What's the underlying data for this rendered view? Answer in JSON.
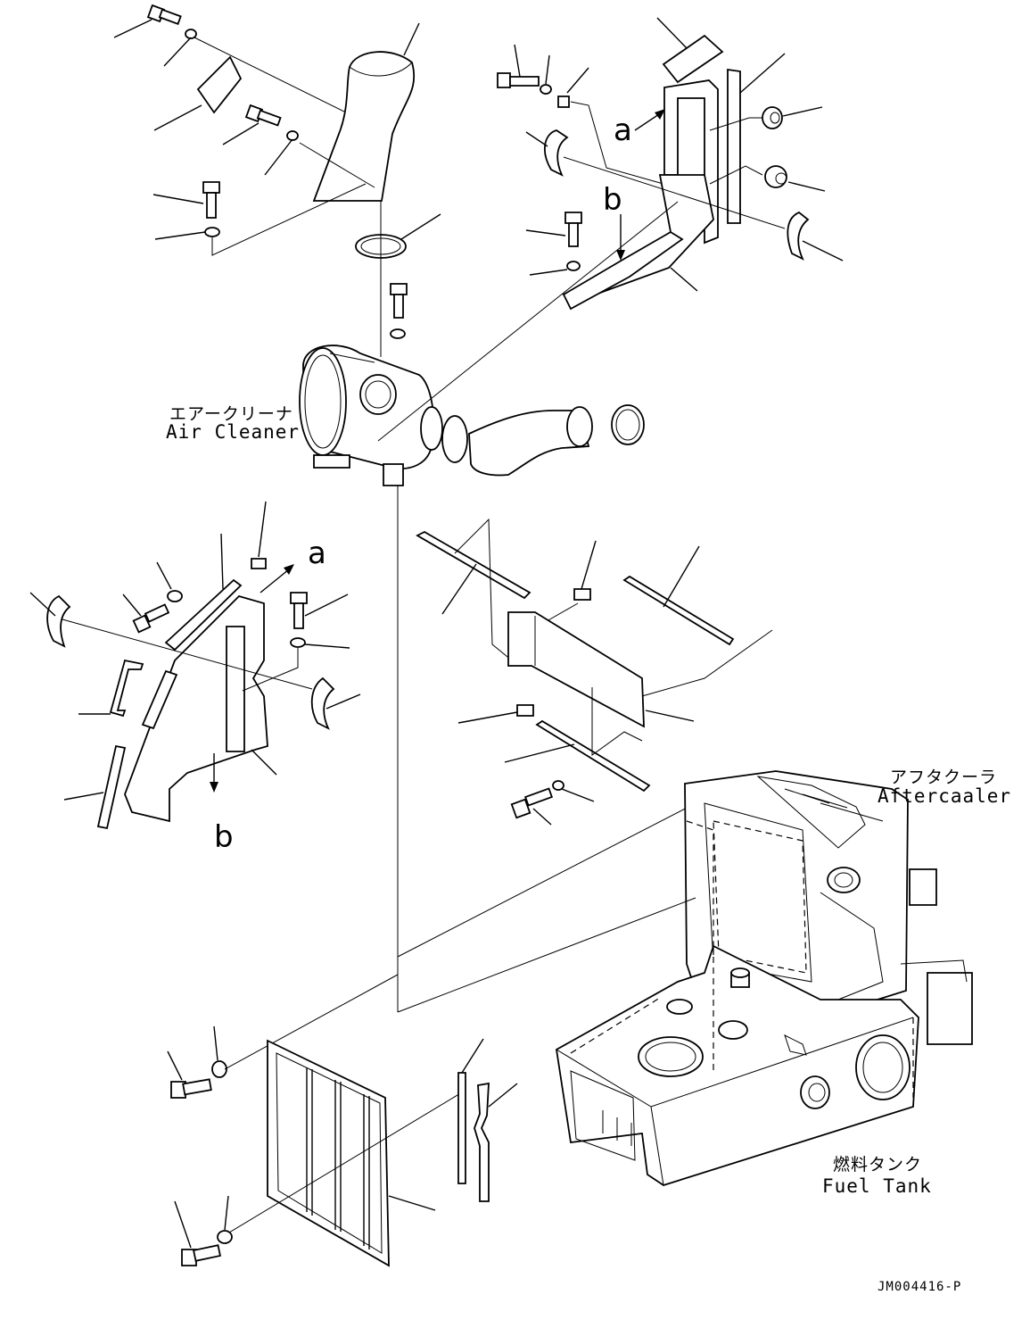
{
  "figure_id": "JM004416-P",
  "labels": {
    "air_cleaner_jp": "エアークリーナ",
    "air_cleaner_en": "Air Cleaner",
    "aftercooler_jp": "アフタクーラ",
    "aftercooler_en": "Aftercaaler",
    "fuel_tank_jp": "燃料タンク",
    "fuel_tank_en": "Fuel Tank"
  },
  "view_markers": {
    "a_top": "a",
    "b_top": "b",
    "a_mid": "a",
    "b_mid": "b"
  }
}
